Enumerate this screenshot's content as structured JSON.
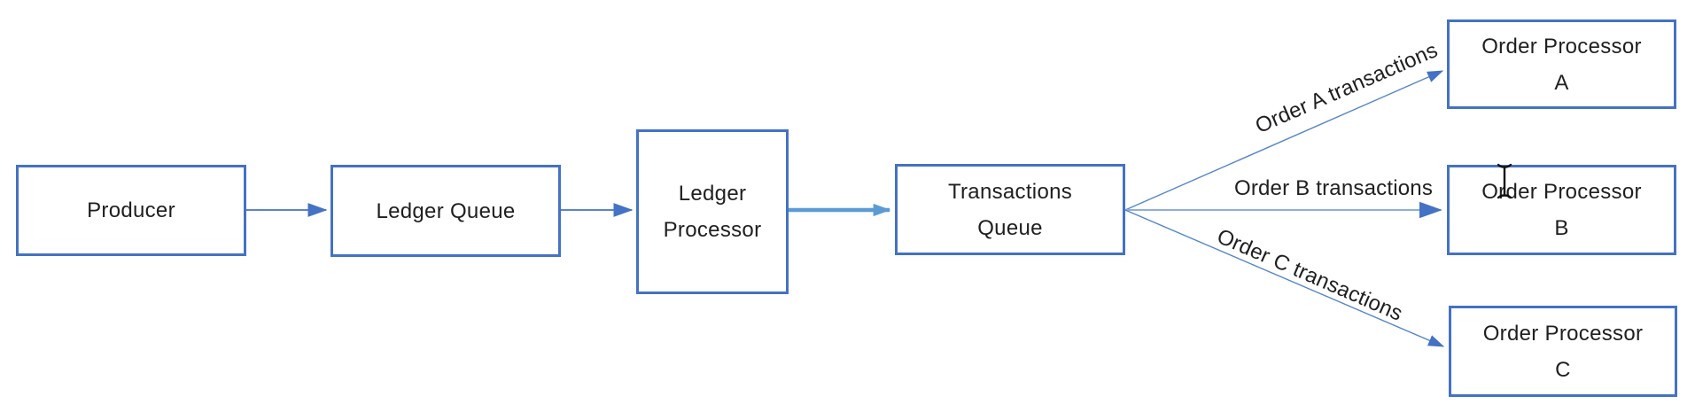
{
  "diagram": {
    "nodes": {
      "producer": {
        "label": "Producer"
      },
      "ledger_queue": {
        "label": "Ledger Queue"
      },
      "ledger_processor": {
        "label": "Ledger\nProcessor"
      },
      "transactions_queue": {
        "label": "Transactions\nQueue"
      },
      "order_processor_a": {
        "label": "Order Processor\nA"
      },
      "order_processor_b": {
        "label": "Order Processor\nB"
      },
      "order_processor_c": {
        "label": "Order Processor\nC"
      }
    },
    "edge_labels": {
      "order_a": "Order A transactions",
      "order_b": "Order B transactions",
      "order_c": "Order C transactions"
    },
    "colors": {
      "box_border": "#4472C4",
      "connector": "#4472C4",
      "connector_diagonal": "#5585C8",
      "connector_light": "#8FAFDC",
      "connector_thick": "#5B9BD5",
      "text": "#1F1F1F",
      "background": "#FFFFFF"
    },
    "cursor": {
      "type": "text-ibeam"
    }
  }
}
